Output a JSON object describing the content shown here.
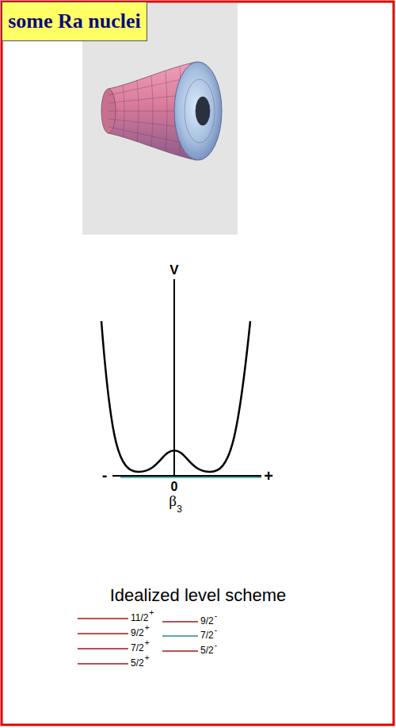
{
  "diagram": {
    "nodes": [
      {
        "text": [
          "some Ra nuclei"
        ]
      }
    ],
    "labels": [
      "V",
      "-",
      "+",
      "0",
      "β",
      "3",
      "Idealized level scheme",
      "11/2",
      "+",
      "9/2",
      "+",
      "7/2",
      "+",
      "5/2",
      "+",
      "9/2",
      "-",
      "7/2",
      "-",
      "5/2",
      "-"
    ]
  }
}
